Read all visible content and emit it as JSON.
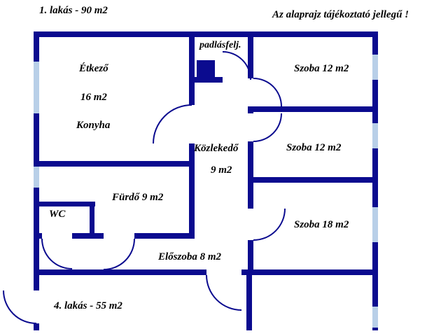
{
  "header": {
    "title": "1. lakás - 90 m2",
    "disclaimer": "Az alaprajz tájékoztató jellegű !"
  },
  "rooms": {
    "etkezo": {
      "name": "Étkező",
      "area": "16 m2",
      "secondary": "Konyha"
    },
    "padlasfelj": {
      "name": "padlásfelj."
    },
    "szoba_top": {
      "name": "Szoba 12 m2"
    },
    "szoba_mid": {
      "name": "Szoba 12 m2"
    },
    "kozlekedo": {
      "name": "Közlekedő",
      "area": "9 m2"
    },
    "furdo": {
      "name": "Fürdő 9 m2"
    },
    "wc": {
      "name": "WC"
    },
    "szoba_18": {
      "name": "Szoba 18 m2"
    },
    "eloszoba": {
      "name": "Előszoba 8 m2"
    }
  },
  "footer": {
    "other_unit": "4. lakás - 55 m2"
  },
  "colors": {
    "wall": "#0b0b8f",
    "window": "#b8cfe8",
    "text": "#000000",
    "bg": "#ffffff"
  }
}
